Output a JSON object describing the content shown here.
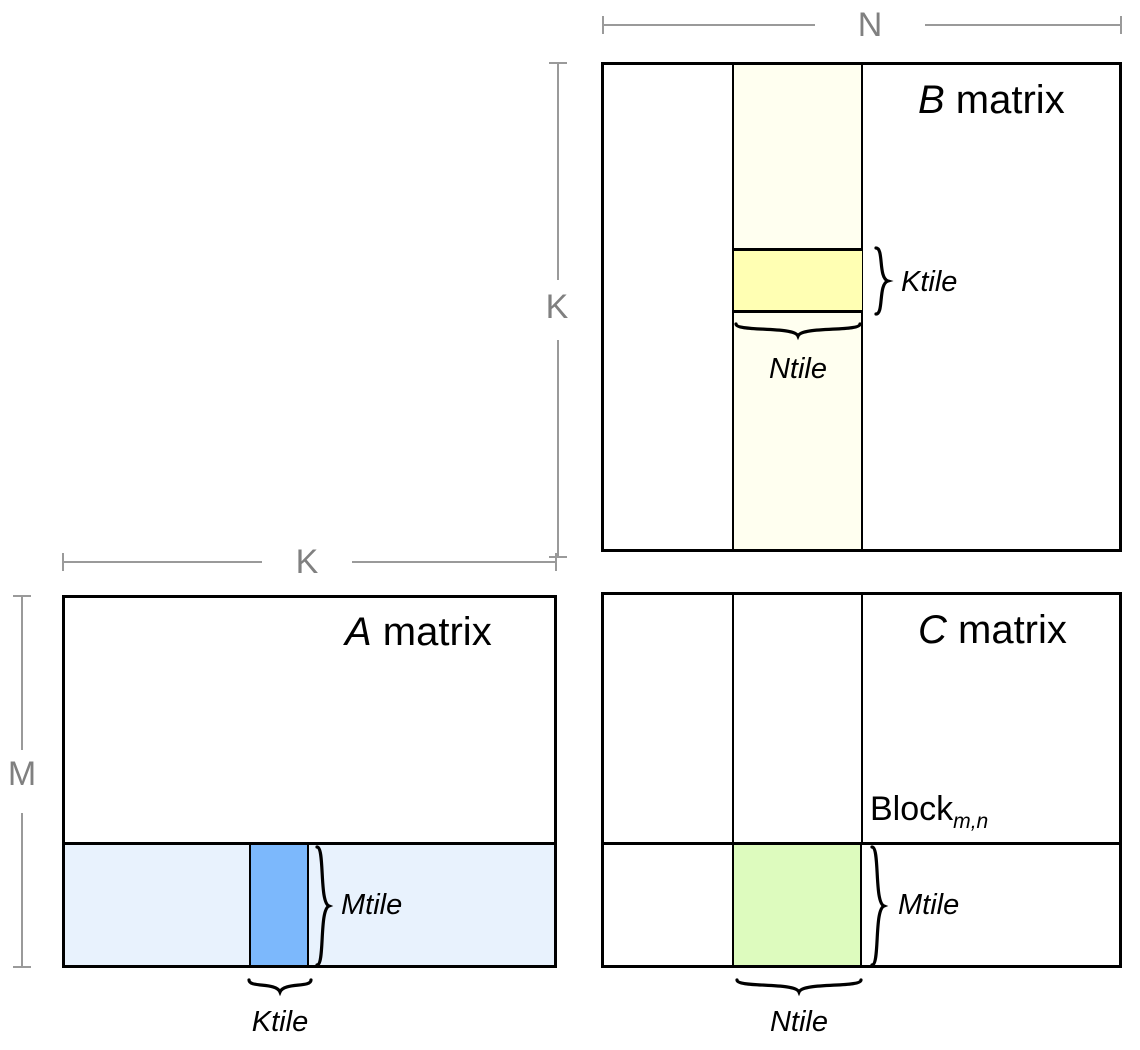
{
  "diagram": {
    "title": "Tiled matrix multiplication blocking diagram",
    "colors": {
      "outline": "#000000",
      "dim_gray": "#808080",
      "b_column_strip": "#fffff0",
      "b_tile_yellow": "#ffffb3",
      "a_row_strip": "#e8f2fd",
      "a_tile_blue": "#7cb8fc",
      "c_tile_green": "#ddfbbe",
      "background": "#ffffff"
    }
  },
  "matrices": {
    "a": {
      "title_italic": "A",
      "title_rest": " matrix",
      "row_dim_label": "M",
      "col_dim_label": "K",
      "tile_height_label": "Mtile",
      "tile_width_label": "Ktile"
    },
    "b": {
      "title_italic": "B",
      "title_rest": " matrix",
      "row_dim_label": "K",
      "col_dim_label": "N",
      "tile_height_label": "Ktile",
      "tile_width_label": "Ntile"
    },
    "c": {
      "title_italic": "C",
      "title_rest": " matrix",
      "block_label_base": "Block",
      "block_label_sub": "m,n",
      "tile_height_label": "Mtile",
      "tile_width_label": "Ntile"
    }
  }
}
